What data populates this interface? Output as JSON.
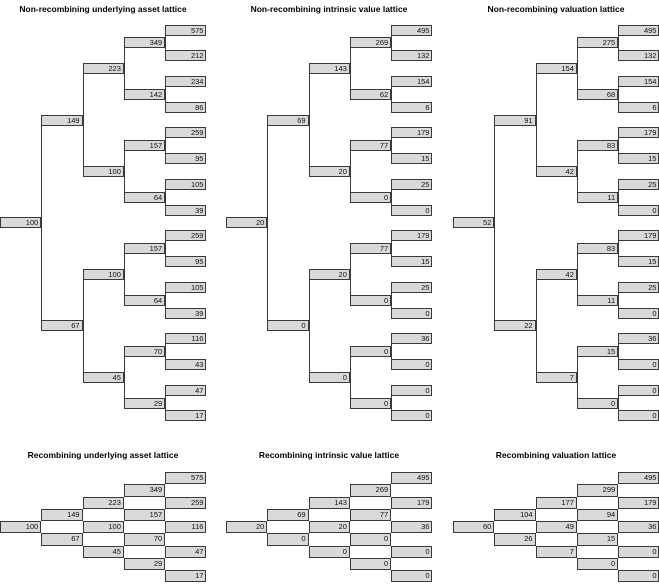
{
  "figure": {
    "background": "#ffffff",
    "box_fill": "#d9d9d9",
    "box_border": "#3a3a3a",
    "text_color": "#111111"
  },
  "panels": {
    "non_recombining": [
      {
        "title": "Non-recombining underlying asset lattice",
        "levels": [
          [
            100
          ],
          [
            149,
            67
          ],
          [
            223,
            100,
            100,
            45
          ],
          [
            349,
            142,
            157,
            64,
            157,
            64,
            70,
            29
          ],
          [
            575,
            212,
            234,
            86,
            259,
            95,
            105,
            39,
            259,
            95,
            105,
            39,
            116,
            43,
            47,
            17
          ]
        ]
      },
      {
        "title": "Non-recombining intrinsic value lattice",
        "levels": [
          [
            20
          ],
          [
            69,
            0
          ],
          [
            143,
            20,
            20,
            0
          ],
          [
            269,
            62,
            77,
            0,
            77,
            0,
            0,
            0
          ],
          [
            495,
            132,
            154,
            6,
            179,
            15,
            25,
            0,
            179,
            15,
            25,
            0,
            36,
            0,
            0,
            0
          ]
        ]
      },
      {
        "title": "Non-recombining valuation lattice",
        "levels": [
          [
            52
          ],
          [
            91,
            22
          ],
          [
            154,
            42,
            42,
            7
          ],
          [
            275,
            68,
            83,
            11,
            83,
            11,
            15,
            0
          ],
          [
            495,
            132,
            154,
            6,
            179,
            15,
            25,
            0,
            179,
            15,
            25,
            0,
            36,
            0,
            0,
            0
          ]
        ]
      }
    ],
    "recombining": [
      {
        "title": "Recombining underlying asset lattice",
        "columns": [
          [
            100
          ],
          [
            149,
            67
          ],
          [
            223,
            100,
            45
          ],
          [
            349,
            157,
            70,
            29
          ],
          [
            575,
            259,
            116,
            47,
            17
          ]
        ]
      },
      {
        "title": "Recombining intrinsic value lattice",
        "columns": [
          [
            20
          ],
          [
            69,
            0
          ],
          [
            143,
            20,
            0
          ],
          [
            269,
            77,
            0,
            0
          ],
          [
            495,
            179,
            36,
            0,
            0
          ]
        ]
      },
      {
        "title": "Recombining valuation lattice",
        "columns": [
          [
            60
          ],
          [
            104,
            26
          ],
          [
            177,
            49,
            7
          ],
          [
            299,
            94,
            15,
            0
          ],
          [
            495,
            179,
            36,
            0,
            0
          ]
        ]
      }
    ]
  }
}
